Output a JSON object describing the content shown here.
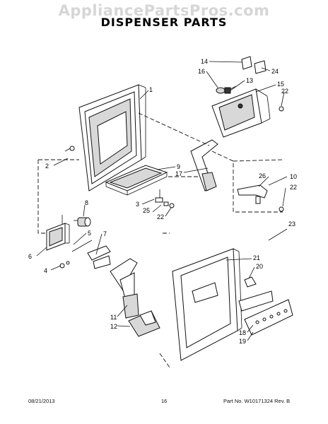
{
  "watermark": "AppliancePartsPros.com",
  "title": "DISPENSER PARTS",
  "footer": {
    "date": "08/21/2013",
    "page": "16",
    "part_info": "Part No. W10171324  Rev. B"
  },
  "callouts": {
    "c1": "1",
    "c2": "2",
    "c3": "3",
    "c4": "4",
    "c5": "5",
    "c6": "6",
    "c7": "7",
    "c8": "8",
    "c9": "9",
    "c10": "10",
    "c11": "11",
    "c12": "12",
    "c13": "13",
    "c14": "14",
    "c15": "15",
    "c16": "16",
    "c17": "17",
    "c18": "18",
    "c19": "19",
    "c20": "20",
    "c21": "21",
    "c22a": "22",
    "c22b": "22",
    "c22c": "22",
    "c22d": "22",
    "c23": "23",
    "c24": "24",
    "c25": "25",
    "c26": "26"
  }
}
